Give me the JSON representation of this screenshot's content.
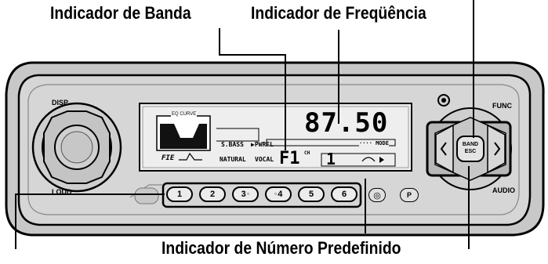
{
  "callouts": {
    "band_indicator": "Indicador de Banda",
    "frequency_indicator": "Indicador de Freqüência",
    "preset_number_indicator": "Indicador de Número Predefinido"
  },
  "unit": {
    "disp_label": "DISP",
    "loud_label": "LOUD",
    "func_label": "FUNC",
    "audio_label": "AUDIO",
    "band_button_line1": "BAND",
    "band_button_line2": "ESC",
    "preset_buttons": [
      "1",
      "2",
      "3",
      "4",
      "5",
      "6"
    ],
    "extra_button_p": "P"
  },
  "display": {
    "eq_curve_label": "EQ CURVE",
    "fie_label": "FIE",
    "sbass_label": "S.BASS",
    "pwrfl_label": "▶PWRFL",
    "natural_label": "NATURAL",
    "vocal_label": "VOCAL",
    "mode_label": "···· MODE",
    "frequency": "87.50",
    "band": "F1",
    "ch_label": "CH",
    "preset_number": "1"
  },
  "colors": {
    "faceplate": "#d2d2d2",
    "faceplate_dark": "#9a9a9a",
    "lcd_bg": "#eeeeee",
    "lcd_ink": "#111111",
    "line": "#000000"
  }
}
